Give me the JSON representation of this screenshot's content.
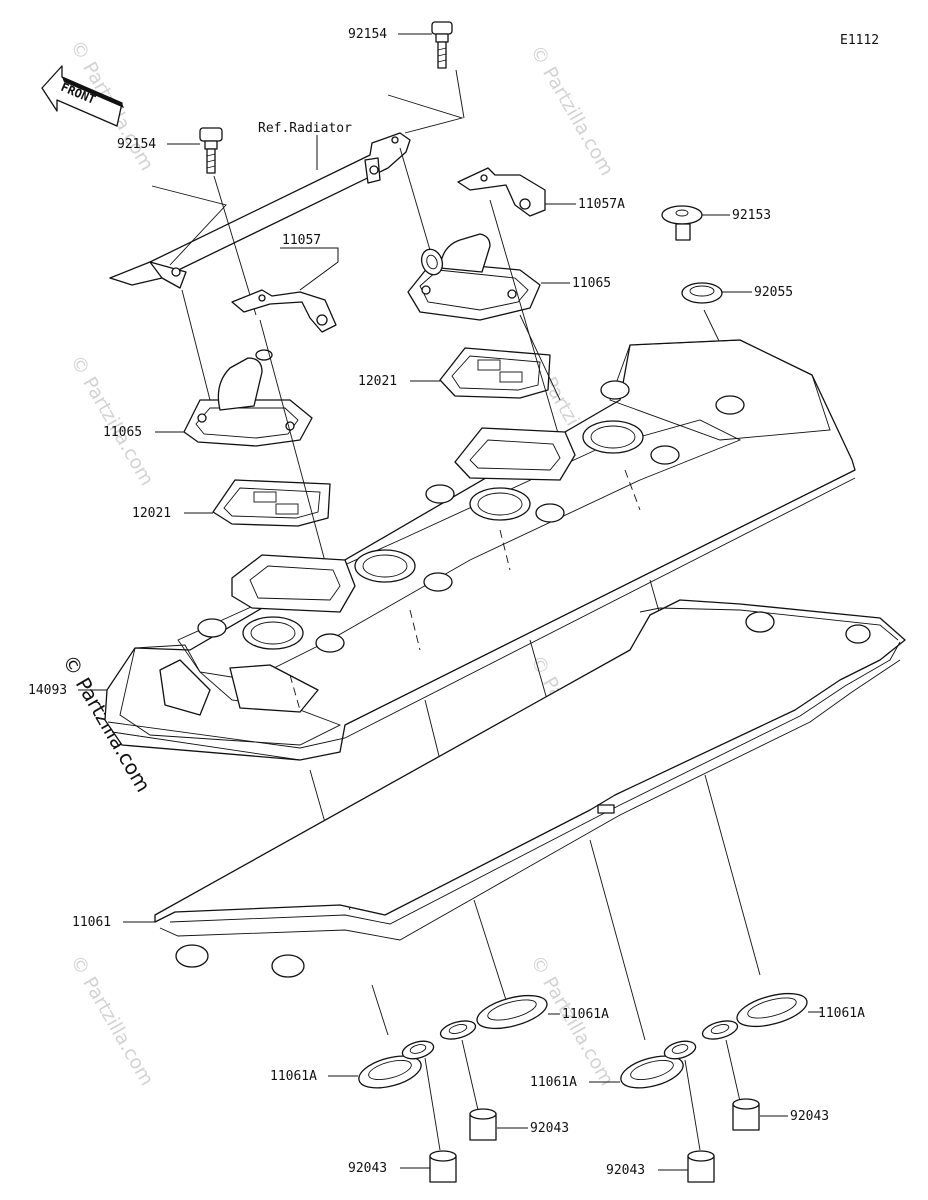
{
  "diagram_code": "E1112",
  "front_label": "FRONT",
  "ref_label": "Ref.Radiator",
  "watermark": "© Partzilla.com",
  "labels": {
    "bolt_top": "92154",
    "bolt_left": "92154",
    "bracket_right": "11057A",
    "bracket_left": "11057",
    "cap_right": "11065",
    "cap_left": "11065",
    "plate_right": "12021",
    "plate_left": "12021",
    "bolt_right": "92153",
    "washer_right": "92055",
    "cover": "14093",
    "gasket": "11061",
    "seal_b1": "11061A",
    "seal_b2": "11061A",
    "seal_b3": "11061A",
    "seal_b4": "11061A",
    "collar_1": "92043",
    "collar_2": "92043",
    "collar_3": "92043",
    "collar_4": "92043"
  }
}
